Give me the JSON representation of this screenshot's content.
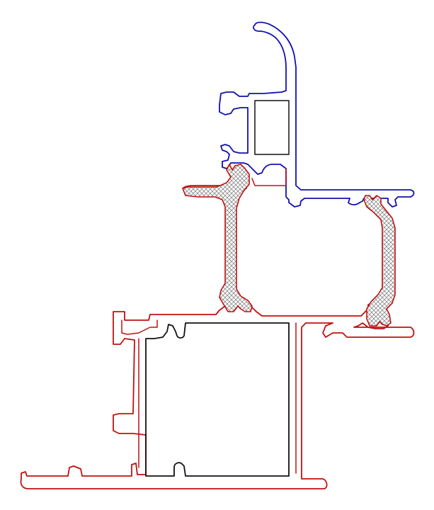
{
  "drawing": {
    "colors": {
      "sash_profile": "#1010b0",
      "frame_profile": "#c01010",
      "glazing_reinforcement": "#111111",
      "thermal_break_hatch": "#8a8a8a",
      "background": "#ffffff"
    },
    "components": [
      {
        "name": "sash-profile",
        "icon": "aluminium-profile-blue"
      },
      {
        "name": "frame-profile",
        "icon": "aluminium-profile-red"
      },
      {
        "name": "thermal-break-left",
        "icon": "polyamide-strip-hatched"
      },
      {
        "name": "thermal-break-right",
        "icon": "polyamide-strip-hatched"
      },
      {
        "name": "reinforcement-chamber",
        "icon": "steel-insert-black"
      },
      {
        "name": "sash-glazing-chamber",
        "icon": "chamber-black"
      }
    ]
  }
}
